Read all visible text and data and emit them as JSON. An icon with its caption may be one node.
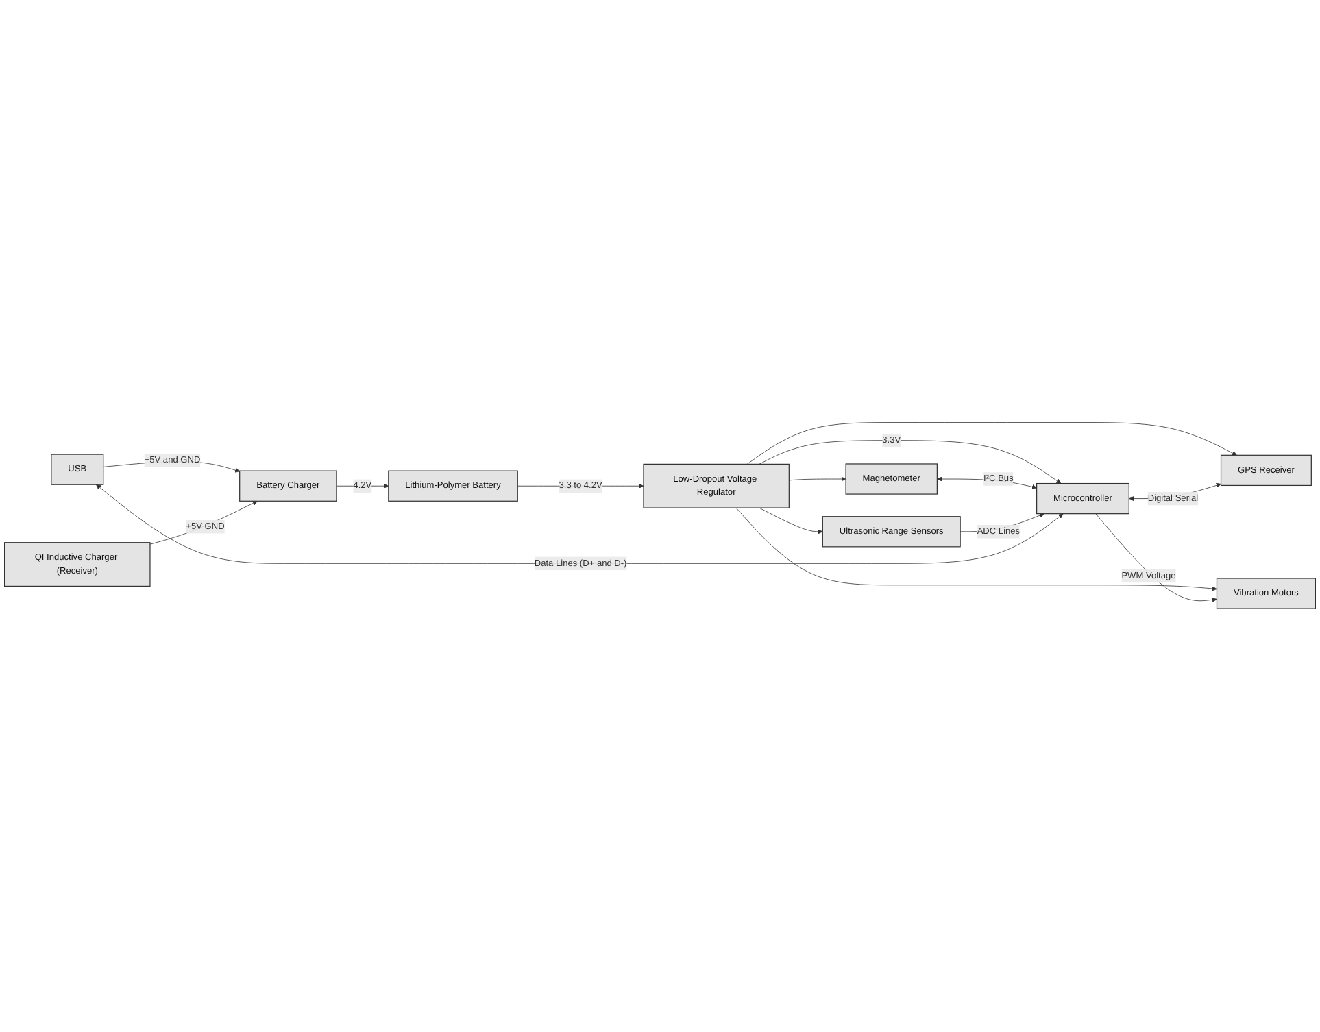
{
  "diagram": {
    "nodes": [
      {
        "text": [
          "USB"
        ]
      },
      {
        "text": [
          "Microcontroller"
        ]
      },
      {
        "text": [
          "GPS Receiver"
        ]
      },
      {
        "text": [
          "QI Inductive Charger (Receiver)"
        ]
      },
      {
        "text": [
          "Vibration Motors"
        ]
      },
      {
        "text": [
          "Battery Charger"
        ]
      },
      {
        "text": [
          "Magnetometer"
        ]
      },
      {
        "text": [
          "Lithium-Polymer Battery"
        ]
      },
      {
        "text": [
          "Low-Dropout Voltage Regulator"
        ]
      },
      {
        "text": [
          "Ultrasonic Range Sensors"
        ]
      }
    ],
    "edges": [
      {
        "from": 1,
        "to": 0,
        "arrow": "both",
        "label": "Data Lines (D+ and D-)"
      },
      {
        "from": 0,
        "to": 5,
        "arrow": "to",
        "label": "+5V and GND"
      },
      {
        "from": 3,
        "to": 5,
        "arrow": "to",
        "label": "+5V GND"
      },
      {
        "from": 5,
        "to": 7,
        "arrow": "to",
        "label": "4.2V"
      },
      {
        "from": 7,
        "to": 8,
        "arrow": "to",
        "label": "3.3 to 4.2V"
      },
      {
        "from": 8,
        "to": 1,
        "arrow": "to",
        "label": "3.3V"
      },
      {
        "from": 8,
        "to": 2,
        "arrow": "to"
      },
      {
        "from": 8,
        "to": 4,
        "arrow": "to"
      },
      {
        "from": 8,
        "to": 6,
        "arrow": "to"
      },
      {
        "from": 8,
        "to": 9,
        "arrow": "to"
      },
      {
        "from": 1,
        "to": 2,
        "arrow": "both",
        "label": "Digital Serial"
      },
      {
        "from": 1,
        "to": 4,
        "arrow": "to",
        "label": "PWM Voltage"
      },
      {
        "from": 6,
        "to": 1,
        "arrow": "both",
        "label": "I²C Bus"
      },
      {
        "from": 9,
        "to": 1,
        "arrow": "to",
        "label": "ADC Lines"
      }
    ]
  }
}
